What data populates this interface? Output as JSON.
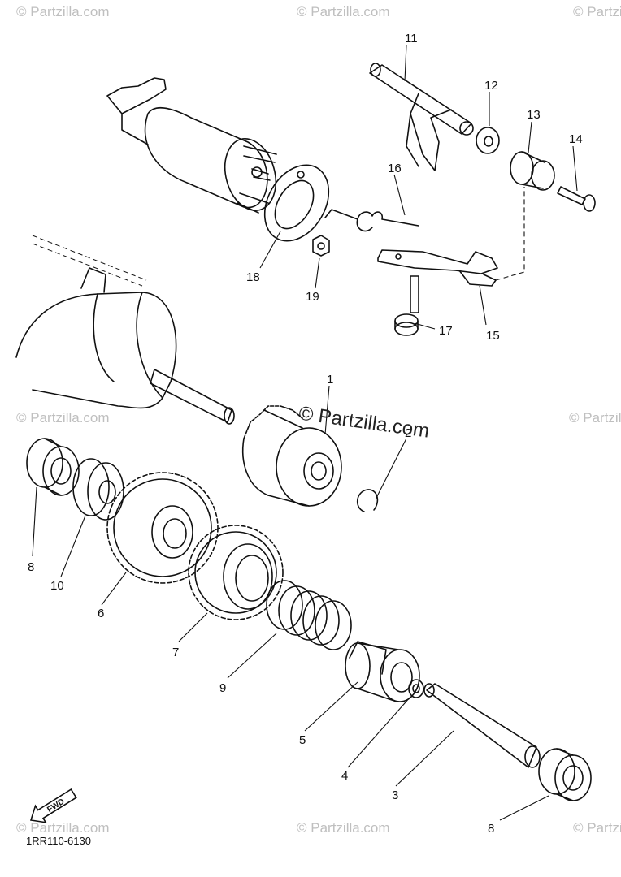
{
  "watermarks": {
    "text": "© Partzilla.com"
  },
  "brand_watermark": "© Partzilla.com",
  "diagram_code": "1RR110-6130",
  "fwd_label": "FWD",
  "callouts": {
    "c1": "1",
    "c2": "2",
    "c3": "3",
    "c4": "4",
    "c5": "5",
    "c6": "6",
    "c7": "7",
    "c8a": "8",
    "c8b": "8",
    "c9": "9",
    "c10": "10",
    "c11": "11",
    "c12": "12",
    "c13": "13",
    "c14": "14",
    "c15": "15",
    "c16": "16",
    "c17": "17",
    "c18": "18",
    "c19": "19"
  }
}
